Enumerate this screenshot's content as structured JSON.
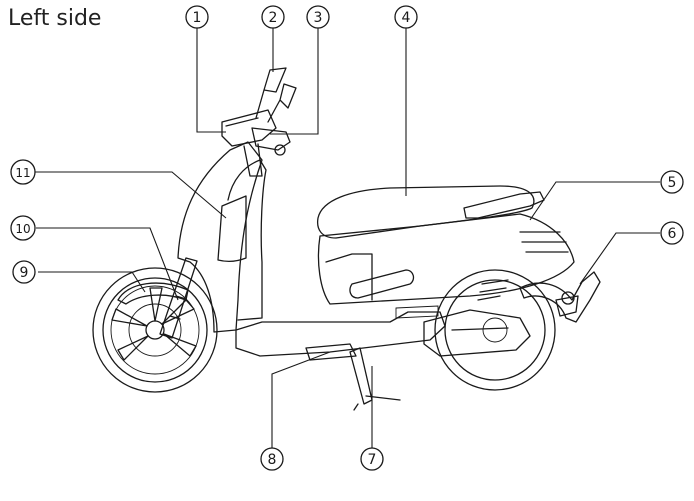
{
  "heading": "Left side",
  "callouts": [
    {
      "label": "1"
    },
    {
      "label": "2"
    },
    {
      "label": "3"
    },
    {
      "label": "4"
    },
    {
      "label": "5"
    },
    {
      "label": "6"
    },
    {
      "label": "7"
    },
    {
      "label": "8"
    },
    {
      "label": "9"
    },
    {
      "label": "10"
    },
    {
      "label": "11"
    }
  ]
}
